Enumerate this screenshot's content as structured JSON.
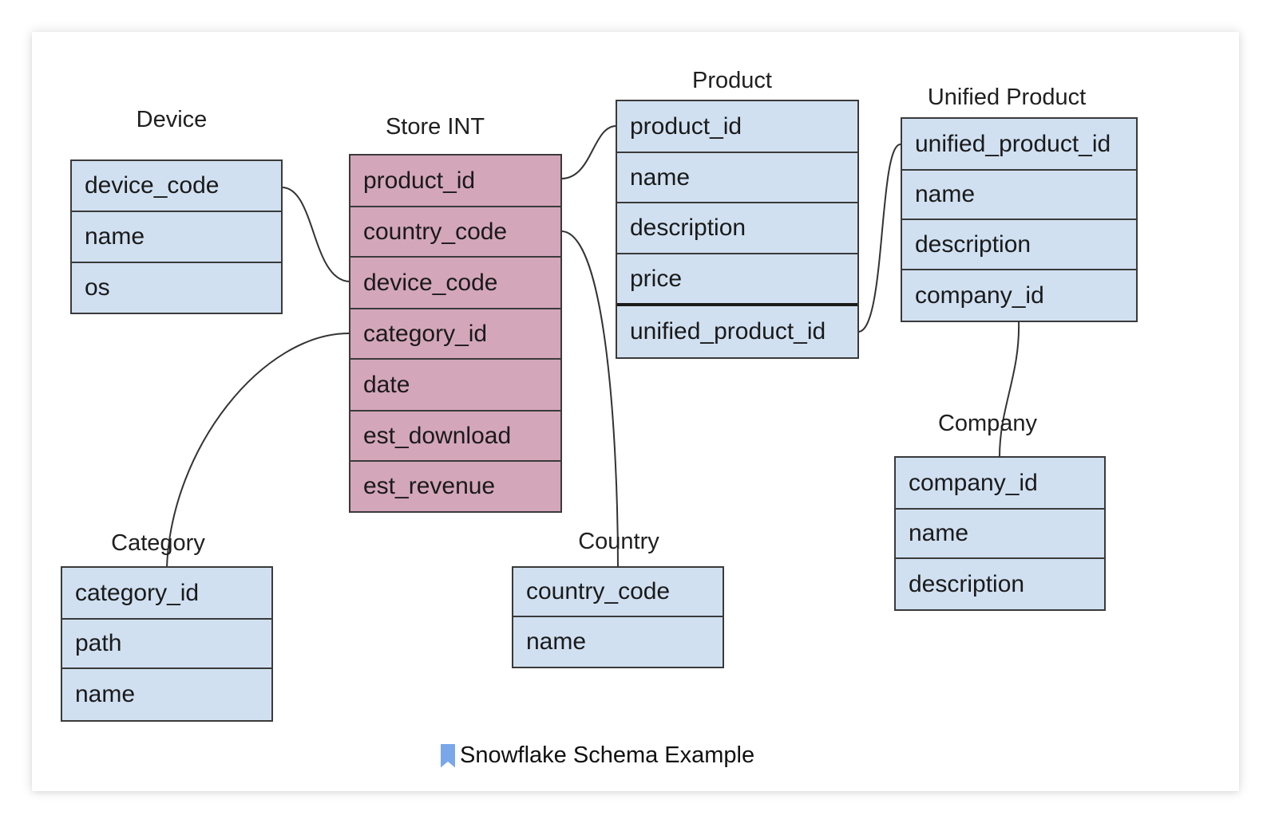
{
  "tables": {
    "device": {
      "title": "Device",
      "fields": [
        "device_code",
        "name",
        "os"
      ]
    },
    "store_int": {
      "title": "Store INT",
      "fields": [
        "product_id",
        "country_code",
        "device_code",
        "category_id",
        "date",
        "est_download",
        "est_revenue"
      ]
    },
    "product": {
      "title": "Product",
      "fields": [
        "product_id",
        "name",
        "description",
        "price",
        "unified_product_id"
      ]
    },
    "unified_product": {
      "title": "Unified Product",
      "fields": [
        "unified_product_id",
        "name",
        "description",
        "company_id"
      ]
    },
    "company": {
      "title": "Company",
      "fields": [
        "company_id",
        "name",
        "description"
      ]
    },
    "category": {
      "title": "Category",
      "fields": [
        "category_id",
        "path",
        "name"
      ]
    },
    "country": {
      "title": "Country",
      "fields": [
        "country_code",
        "name"
      ]
    }
  },
  "caption": {
    "text": "Snowflake Schema Example",
    "icon": "bookmark-icon"
  },
  "colors": {
    "dimension_fill": "#d0e0f1",
    "fact_fill": "#d4a6ba",
    "border": "#3a3a3a",
    "bookmark": "#7aa7e9"
  }
}
